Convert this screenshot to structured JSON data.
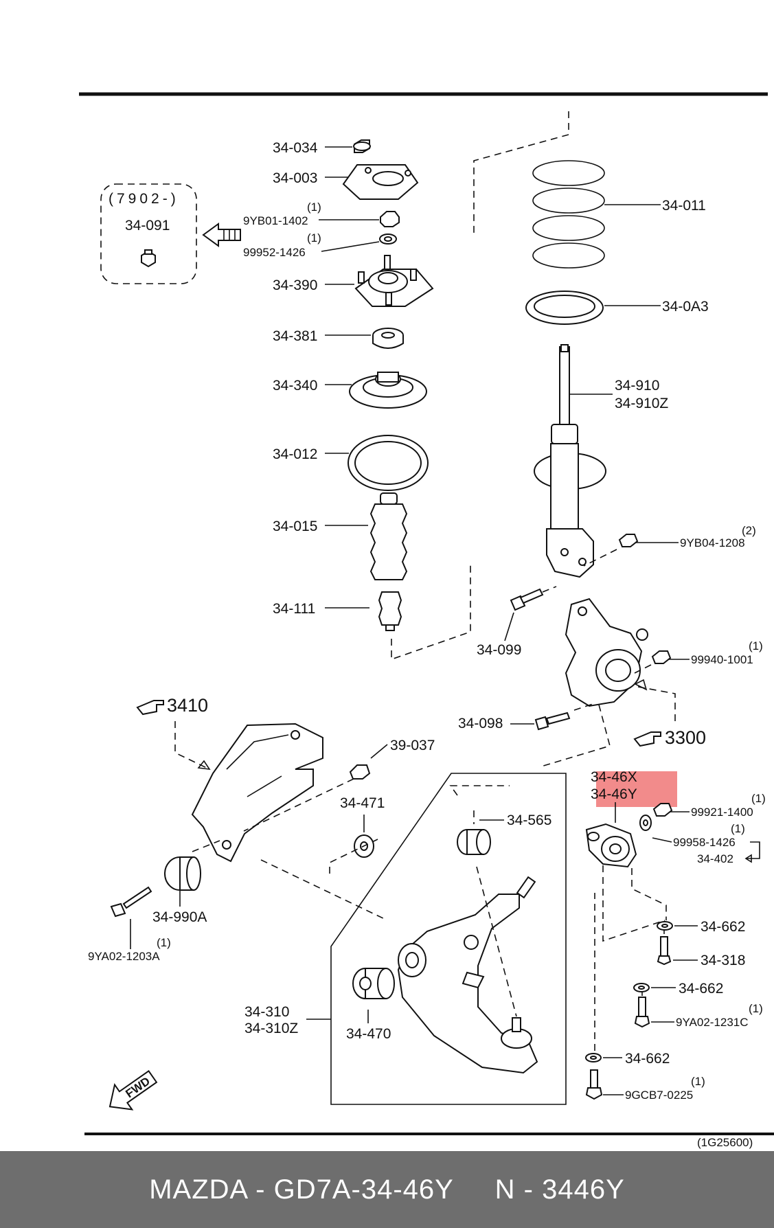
{
  "diagram": {
    "ref_code": "(1G25600)",
    "group_label": "(7902-)",
    "group_part": "34-091",
    "ref_3410": "3410",
    "ref_3300": "3300",
    "fwd": "FWD",
    "highlight_color": "#f28b8b",
    "parts": {
      "p34_034": "34-034",
      "p34_003": "34-003",
      "p9yb01_qty": "(1)",
      "p9yb01": "9YB01-1402",
      "p99952_qty": "(1)",
      "p99952": "99952-1426",
      "p34_390": "34-390",
      "p34_381": "34-381",
      "p34_340": "34-340",
      "p34_012": "34-012",
      "p34_015": "34-015",
      "p34_111": "34-111",
      "p34_011": "34-011",
      "p34_0a3": "34-0A3",
      "p34_910": "34-910",
      "p34_910z": "34-910Z",
      "p9yb04_qty": "(2)",
      "p9yb04": "9YB04-1208",
      "p34_099": "34-099",
      "p99940_qty": "(1)",
      "p99940": "99940-1001",
      "p34_098": "34-098",
      "p39_037": "39-037",
      "p34_471": "34-471",
      "p34_565": "34-565",
      "p34_46x": "34-46X",
      "p34_46y": "34-46Y",
      "p99921_qty": "(1)",
      "p99921": "99921-1400",
      "p99958_qty": "(1)",
      "p99958": "99958-1426",
      "p34_402": "34-402",
      "p34_990a": "34-990A",
      "p9ya02a_qty": "(1)",
      "p9ya02a": "9YA02-1203A",
      "p34_662a": "34-662",
      "p34_318": "34-318",
      "p34_662b": "34-662",
      "p9ya02c_qty": "(1)",
      "p9ya02c": "9YA02-1231C",
      "p34_310": "34-310",
      "p34_310z": "34-310Z",
      "p34_470": "34-470",
      "p34_662c": "34-662",
      "p9gcb7_qty": "(1)",
      "p9gcb7": "9GCB7-0225"
    }
  },
  "footer": {
    "text": "MAZDA - GD7A-34-46Y     N - 3446Y"
  }
}
